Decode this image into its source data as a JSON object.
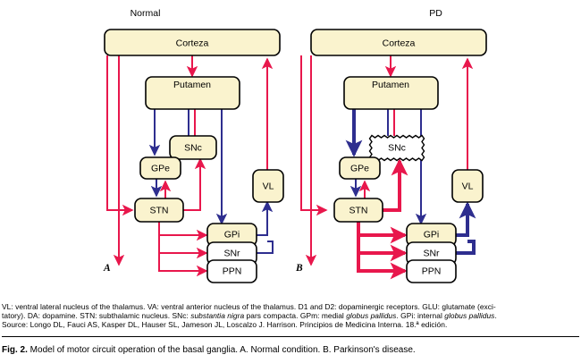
{
  "figure": {
    "caption_label": "Fig. 2.",
    "caption_text": " Model of motor circuit operation of the basal ganglia. A. Normal condition. B. Parkinson's disease.",
    "footnote_line1": "VL: ventral lateral nucleus of the thalamus. VA: ventral anterior nucleus of the thalamus. D1 and D2: dopaminergic receptors. GLU: glutamate (exci-",
    "footnote_line2_a": "tatory). DA: dopamine. STN: subthalamic nucleus. SNc: ",
    "footnote_line2_b": "substantia nigra",
    "footnote_line2_c": " pars compacta. GPm: medial ",
    "footnote_line2_d": "globus pallidus",
    "footnote_line2_e": ". GPi: internal ",
    "footnote_line2_f": "globus pallidus",
    "footnote_line2_g": ".",
    "footnote_line3": "Source: Longo DL, Fauci AS, Kasper DL, Hauser SL, Jameson JL, Loscalzo J. Harrison. Principios de Medicina Interna. 18.ª edición."
  },
  "colors": {
    "excitatory_red": "#E8174C",
    "inhibitory_blue": "#2E2E8F",
    "box_fill_yellow": "#FAF3CE",
    "box_fill_white": "#FFFFFF",
    "box_stroke": "#000000",
    "background": "#FFFFFF"
  },
  "panels": [
    {
      "id": "normal",
      "letter": "A",
      "title": "Normal",
      "nodes": [
        {
          "id": "corteza",
          "label": "Corteza",
          "fill": "yellow",
          "border": "rounded"
        },
        {
          "id": "putamen",
          "label": "Putamen",
          "fill": "yellow",
          "border": "rounded"
        },
        {
          "id": "snc",
          "label": "SNc",
          "fill": "yellow",
          "border": "rounded"
        },
        {
          "id": "gpe",
          "label": "GPe",
          "fill": "yellow",
          "border": "rounded"
        },
        {
          "id": "stn",
          "label": "STN",
          "fill": "yellow",
          "border": "rounded"
        },
        {
          "id": "vl",
          "label": "VL",
          "fill": "yellow",
          "border": "rounded"
        },
        {
          "id": "gpi",
          "label": "GPi",
          "fill": "yellow",
          "border": "rounded"
        },
        {
          "id": "snr",
          "label": "SNr",
          "fill": "white",
          "border": "rounded"
        },
        {
          "id": "ppn",
          "label": "PPN",
          "fill": "white",
          "border": "rounded"
        }
      ],
      "connections": [
        {
          "from": "corteza",
          "to": "descending",
          "type": "excitatory",
          "weight": "normal"
        },
        {
          "from": "corteza",
          "to": "stn",
          "type": "excitatory",
          "weight": "normal"
        },
        {
          "from": "corteza",
          "to": "putamen",
          "type": "excitatory",
          "weight": "normal"
        },
        {
          "from": "vl",
          "to": "corteza",
          "type": "excitatory",
          "weight": "normal"
        },
        {
          "from": "putamen",
          "to": "gpe",
          "type": "inhibitory",
          "weight": "normal"
        },
        {
          "from": "putamen",
          "to": "gpi",
          "type": "inhibitory",
          "weight": "normal"
        },
        {
          "from": "gpe",
          "to": "stn",
          "type": "inhibitory",
          "weight": "normal"
        },
        {
          "from": "stn",
          "to": "gpe",
          "type": "excitatory",
          "weight": "normal"
        },
        {
          "from": "stn",
          "to": "snc",
          "type": "excitatory",
          "weight": "normal"
        },
        {
          "from": "stn",
          "to": "gpi",
          "type": "excitatory",
          "weight": "normal"
        },
        {
          "from": "stn",
          "to": "snr",
          "type": "excitatory",
          "weight": "normal"
        },
        {
          "from": "stn",
          "to": "ppn",
          "type": "excitatory",
          "weight": "normal"
        },
        {
          "from": "snc",
          "to": "putamen_d2",
          "type": "inhibitory",
          "weight": "normal"
        },
        {
          "from": "snc",
          "to": "putamen_d1",
          "type": "excitatory",
          "weight": "normal"
        },
        {
          "from": "gpi",
          "to": "vl",
          "type": "inhibitory",
          "weight": "normal"
        },
        {
          "from": "snr",
          "to": "vl",
          "type": "inhibitory",
          "weight": "normal"
        }
      ]
    },
    {
      "id": "pd",
      "letter": "B",
      "title": "PD",
      "nodes": [
        {
          "id": "corteza",
          "label": "Corteza",
          "fill": "yellow",
          "border": "rounded"
        },
        {
          "id": "putamen",
          "label": "Putamen",
          "fill": "yellow",
          "border": "rounded"
        },
        {
          "id": "snc",
          "label": "SNc",
          "fill": "white",
          "border": "jagged"
        },
        {
          "id": "gpe",
          "label": "GPe",
          "fill": "yellow",
          "border": "rounded"
        },
        {
          "id": "stn",
          "label": "STN",
          "fill": "yellow",
          "border": "rounded"
        },
        {
          "id": "vl",
          "label": "VL",
          "fill": "yellow",
          "border": "rounded"
        },
        {
          "id": "gpi",
          "label": "GPi",
          "fill": "yellow",
          "border": "rounded"
        },
        {
          "id": "snr",
          "label": "SNr",
          "fill": "white",
          "border": "rounded"
        },
        {
          "id": "ppn",
          "label": "PPN",
          "fill": "white",
          "border": "rounded"
        }
      ],
      "connections": [
        {
          "from": "corteza",
          "to": "descending",
          "type": "excitatory",
          "weight": "normal"
        },
        {
          "from": "corteza",
          "to": "stn",
          "type": "excitatory",
          "weight": "normal"
        },
        {
          "from": "corteza",
          "to": "putamen",
          "type": "excitatory",
          "weight": "normal"
        },
        {
          "from": "vl",
          "to": "corteza",
          "type": "excitatory",
          "weight": "normal"
        },
        {
          "from": "putamen",
          "to": "gpe",
          "type": "inhibitory",
          "weight": "thick"
        },
        {
          "from": "putamen",
          "to": "gpi",
          "type": "inhibitory",
          "weight": "normal"
        },
        {
          "from": "gpe",
          "to": "stn",
          "type": "inhibitory",
          "weight": "normal"
        },
        {
          "from": "stn",
          "to": "gpe",
          "type": "excitatory",
          "weight": "normal"
        },
        {
          "from": "stn",
          "to": "snc",
          "type": "excitatory",
          "weight": "thick"
        },
        {
          "from": "stn",
          "to": "gpi",
          "type": "excitatory",
          "weight": "thick"
        },
        {
          "from": "stn",
          "to": "snr",
          "type": "excitatory",
          "weight": "thick"
        },
        {
          "from": "stn",
          "to": "ppn",
          "type": "excitatory",
          "weight": "thick"
        },
        {
          "from": "snc",
          "to": "putamen_d2",
          "type": "inhibitory",
          "weight": "normal"
        },
        {
          "from": "snc",
          "to": "putamen_d1",
          "type": "excitatory",
          "weight": "normal"
        },
        {
          "from": "gpi",
          "to": "vl",
          "type": "inhibitory",
          "weight": "thick"
        },
        {
          "from": "snr",
          "to": "vl",
          "type": "inhibitory",
          "weight": "thick"
        }
      ]
    }
  ]
}
